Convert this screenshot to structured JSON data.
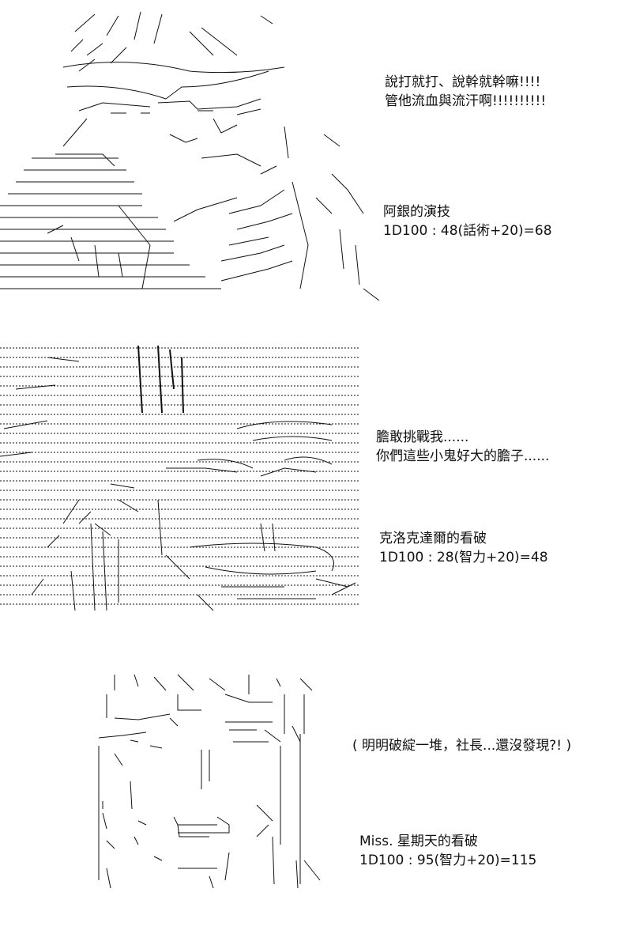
{
  "colors": {
    "ink": "#111111",
    "background": "#ffffff"
  },
  "panels": [
    {
      "dialogue": [
        "說打就打、說幹就幹嘛!!!!",
        "管他流血與流汗啊!!!!!!!!!!"
      ],
      "roll": {
        "label": "阿銀的演技",
        "formula": "1D100 : 48(話術+20)=68"
      }
    },
    {
      "dialogue": [
        "膽敢挑戰我......",
        "你們這些小鬼好大的膽子......"
      ],
      "roll": {
        "label": "克洛克達爾的看破",
        "formula": "1D100 : 28(智力+20)=48"
      }
    },
    {
      "dialogue": [
        "( 明明破綻一堆，社長...還沒發現?! )"
      ],
      "roll": {
        "label": "Miss. 星期天的看破",
        "formula": "1D100 : 95(智力+20)=115"
      }
    }
  ]
}
